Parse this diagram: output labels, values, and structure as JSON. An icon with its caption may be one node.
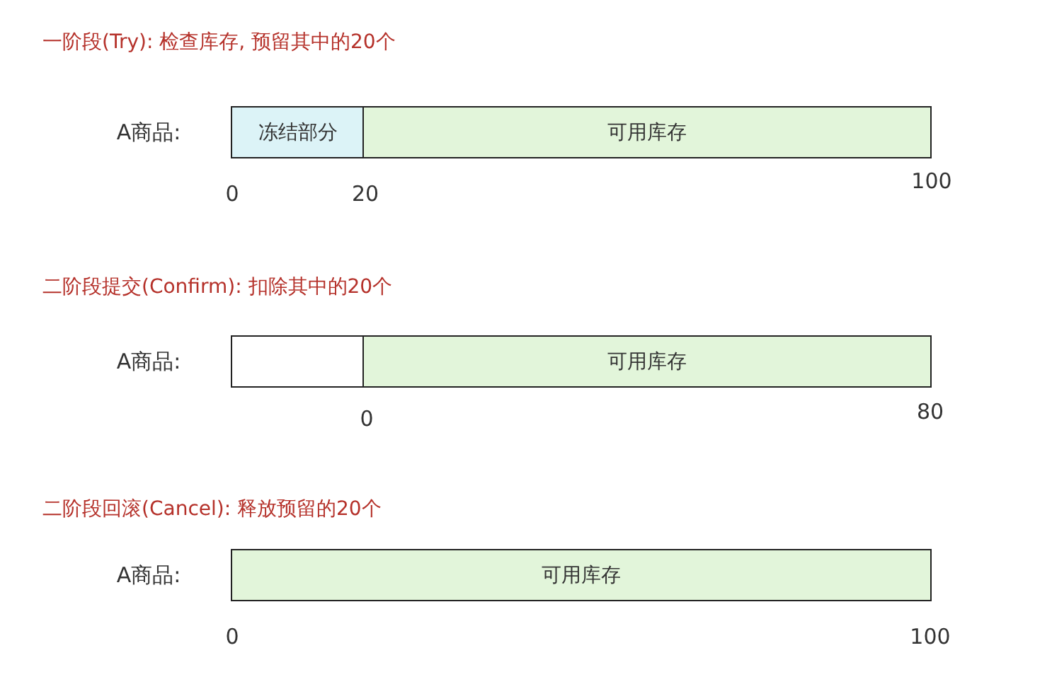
{
  "diagram": {
    "nodes": [
      {
        "text": [
          "冻结部分"
        ]
      },
      {
        "text": [
          "可用库存"
        ]
      },
      {
        "text": [],
        "shape": "box"
      },
      {
        "text": [
          "可用库存"
        ]
      },
      {
        "text": [
          "可用库存"
        ]
      }
    ],
    "labels": [
      "一阶段(Try): 检查库存, 预留其中的20个",
      "A商品:",
      "0",
      "20",
      "100",
      "二阶段提交(Confirm): 扣除其中的20个",
      "A商品:",
      "0",
      "80",
      "二阶段回滚(Cancel): 释放预留的20个",
      "A商品:",
      "0",
      "100"
    ]
  }
}
